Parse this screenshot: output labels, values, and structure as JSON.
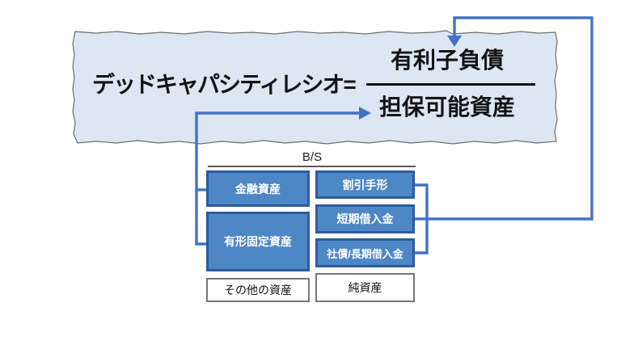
{
  "slide": {
    "formula": {
      "lhs": "デッドキャパシティレシオ=",
      "numerator": "有利子負債",
      "denominator": "担保可能資産"
    },
    "balance_sheet": {
      "title": "B/S",
      "assets": [
        {
          "label": "金融資産",
          "style": "highlight"
        },
        {
          "label": "有形固定資産",
          "style": "highlight"
        },
        {
          "label": "その他の資産",
          "style": "plain"
        }
      ],
      "liabilities_equity": [
        {
          "label": "割引手形",
          "style": "highlight"
        },
        {
          "label": "短期借入金",
          "style": "highlight"
        },
        {
          "label": "社債/長期借入金",
          "style": "highlight"
        },
        {
          "label": "純資産",
          "style": "plain"
        }
      ]
    },
    "connectors": {
      "numerator_link": "liabilities-to-numerator",
      "denominator_link": "assets-to-denominator"
    },
    "colors": {
      "banner_fill": "#dce7f3",
      "banner_outline": "#6e6e6e",
      "connector_blue": "#4472c4",
      "box_fill": "#4e87c6",
      "box_border": "#2e5c9e",
      "plain_box_border": "#767676",
      "text_black": "#141414"
    }
  }
}
